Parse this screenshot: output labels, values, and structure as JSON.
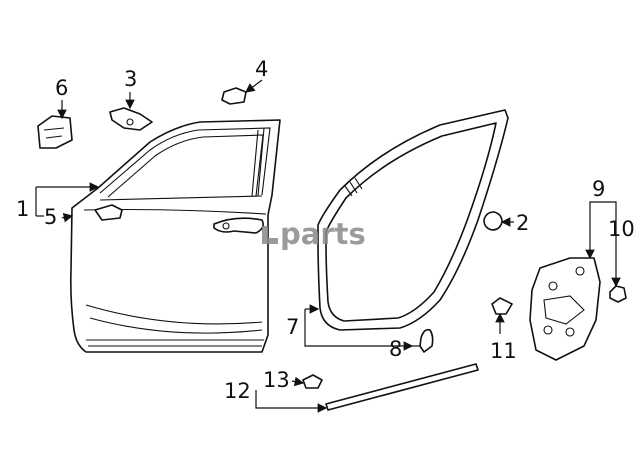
{
  "watermark": "parts",
  "callouts": {
    "c1": "1",
    "c2": "2",
    "c3": "3",
    "c4": "4",
    "c5": "5",
    "c6": "6",
    "c7": "7",
    "c8": "8",
    "c9": "9",
    "c10": "10",
    "c11": "11",
    "c12": "12",
    "c13": "13"
  }
}
